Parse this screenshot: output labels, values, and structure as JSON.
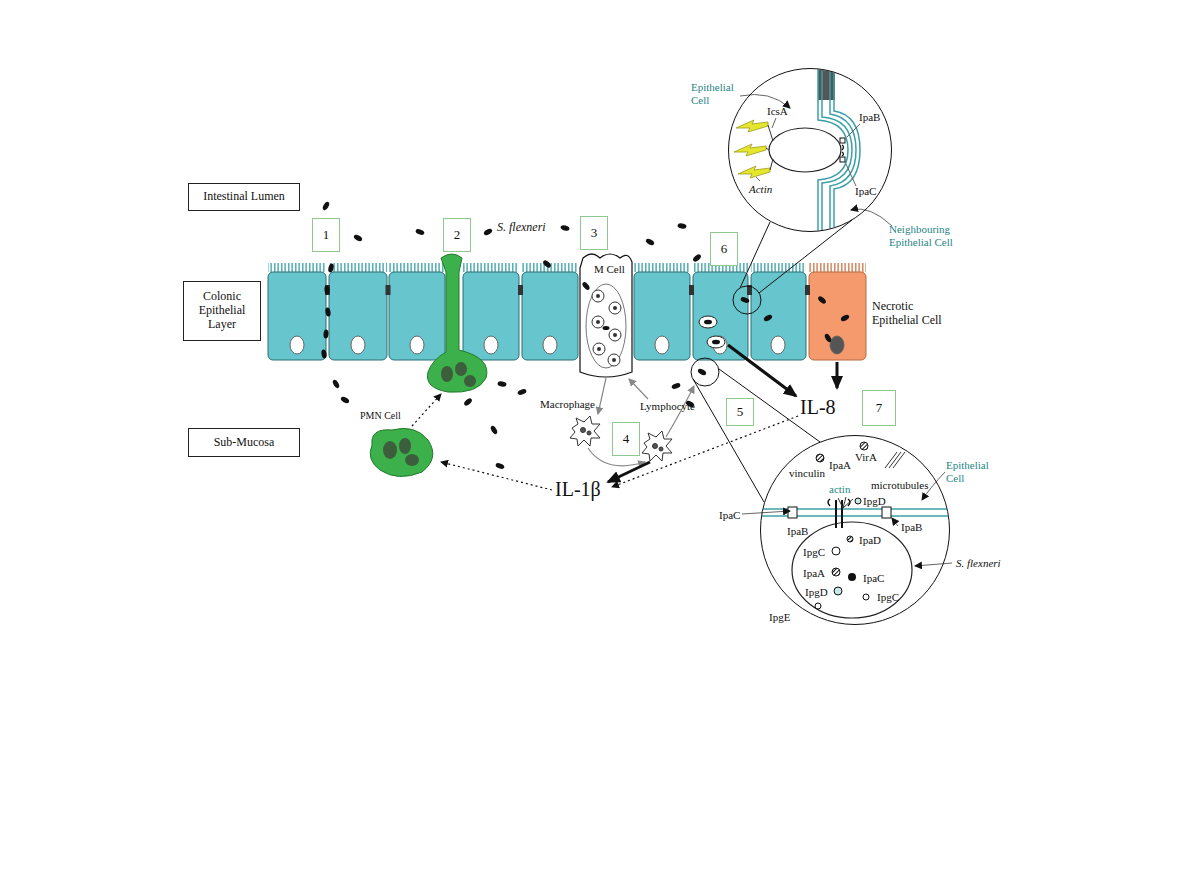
{
  "diagram": {
    "nodes": [
      {
        "text": [
          "Intestinal Lumen"
        ]
      },
      {
        "text": [
          "Colonic Epithelial Layer"
        ]
      },
      {
        "text": [
          "Sub-Mucosa"
        ]
      },
      {
        "text": [
          "1"
        ]
      },
      {
        "text": [
          "2"
        ]
      },
      {
        "text": [
          "3"
        ]
      },
      {
        "text": [
          "4"
        ]
      },
      {
        "text": [
          "5"
        ]
      },
      {
        "text": [
          "6"
        ]
      },
      {
        "text": [
          "7"
        ]
      },
      {
        "text": [
          "Epithelial Cell",
          "IcsA",
          "IpaB",
          "IpaC",
          "Actin",
          "Neighbouring Epithelial Cell"
        ]
      },
      {
        "text": [
          "vinculin",
          "IpaA",
          "VirA",
          "microtubules",
          "Epithelial Cell",
          "actin",
          "IpgD",
          "IpaC",
          "IpaB",
          "IpaB",
          "IpaD",
          "IpgC",
          "S. flexneri",
          "IpaA",
          "IpaC",
          "IpgD",
          "IpgC",
          "IpgE"
        ]
      }
    ],
    "labels": [
      "S. flexneri",
      "M Cell",
      "Necrotic Epithelial Cell",
      "Macrophage",
      "Lymphocyte",
      "PMN Cell",
      "IL-8",
      "IL-1β"
    ]
  }
}
